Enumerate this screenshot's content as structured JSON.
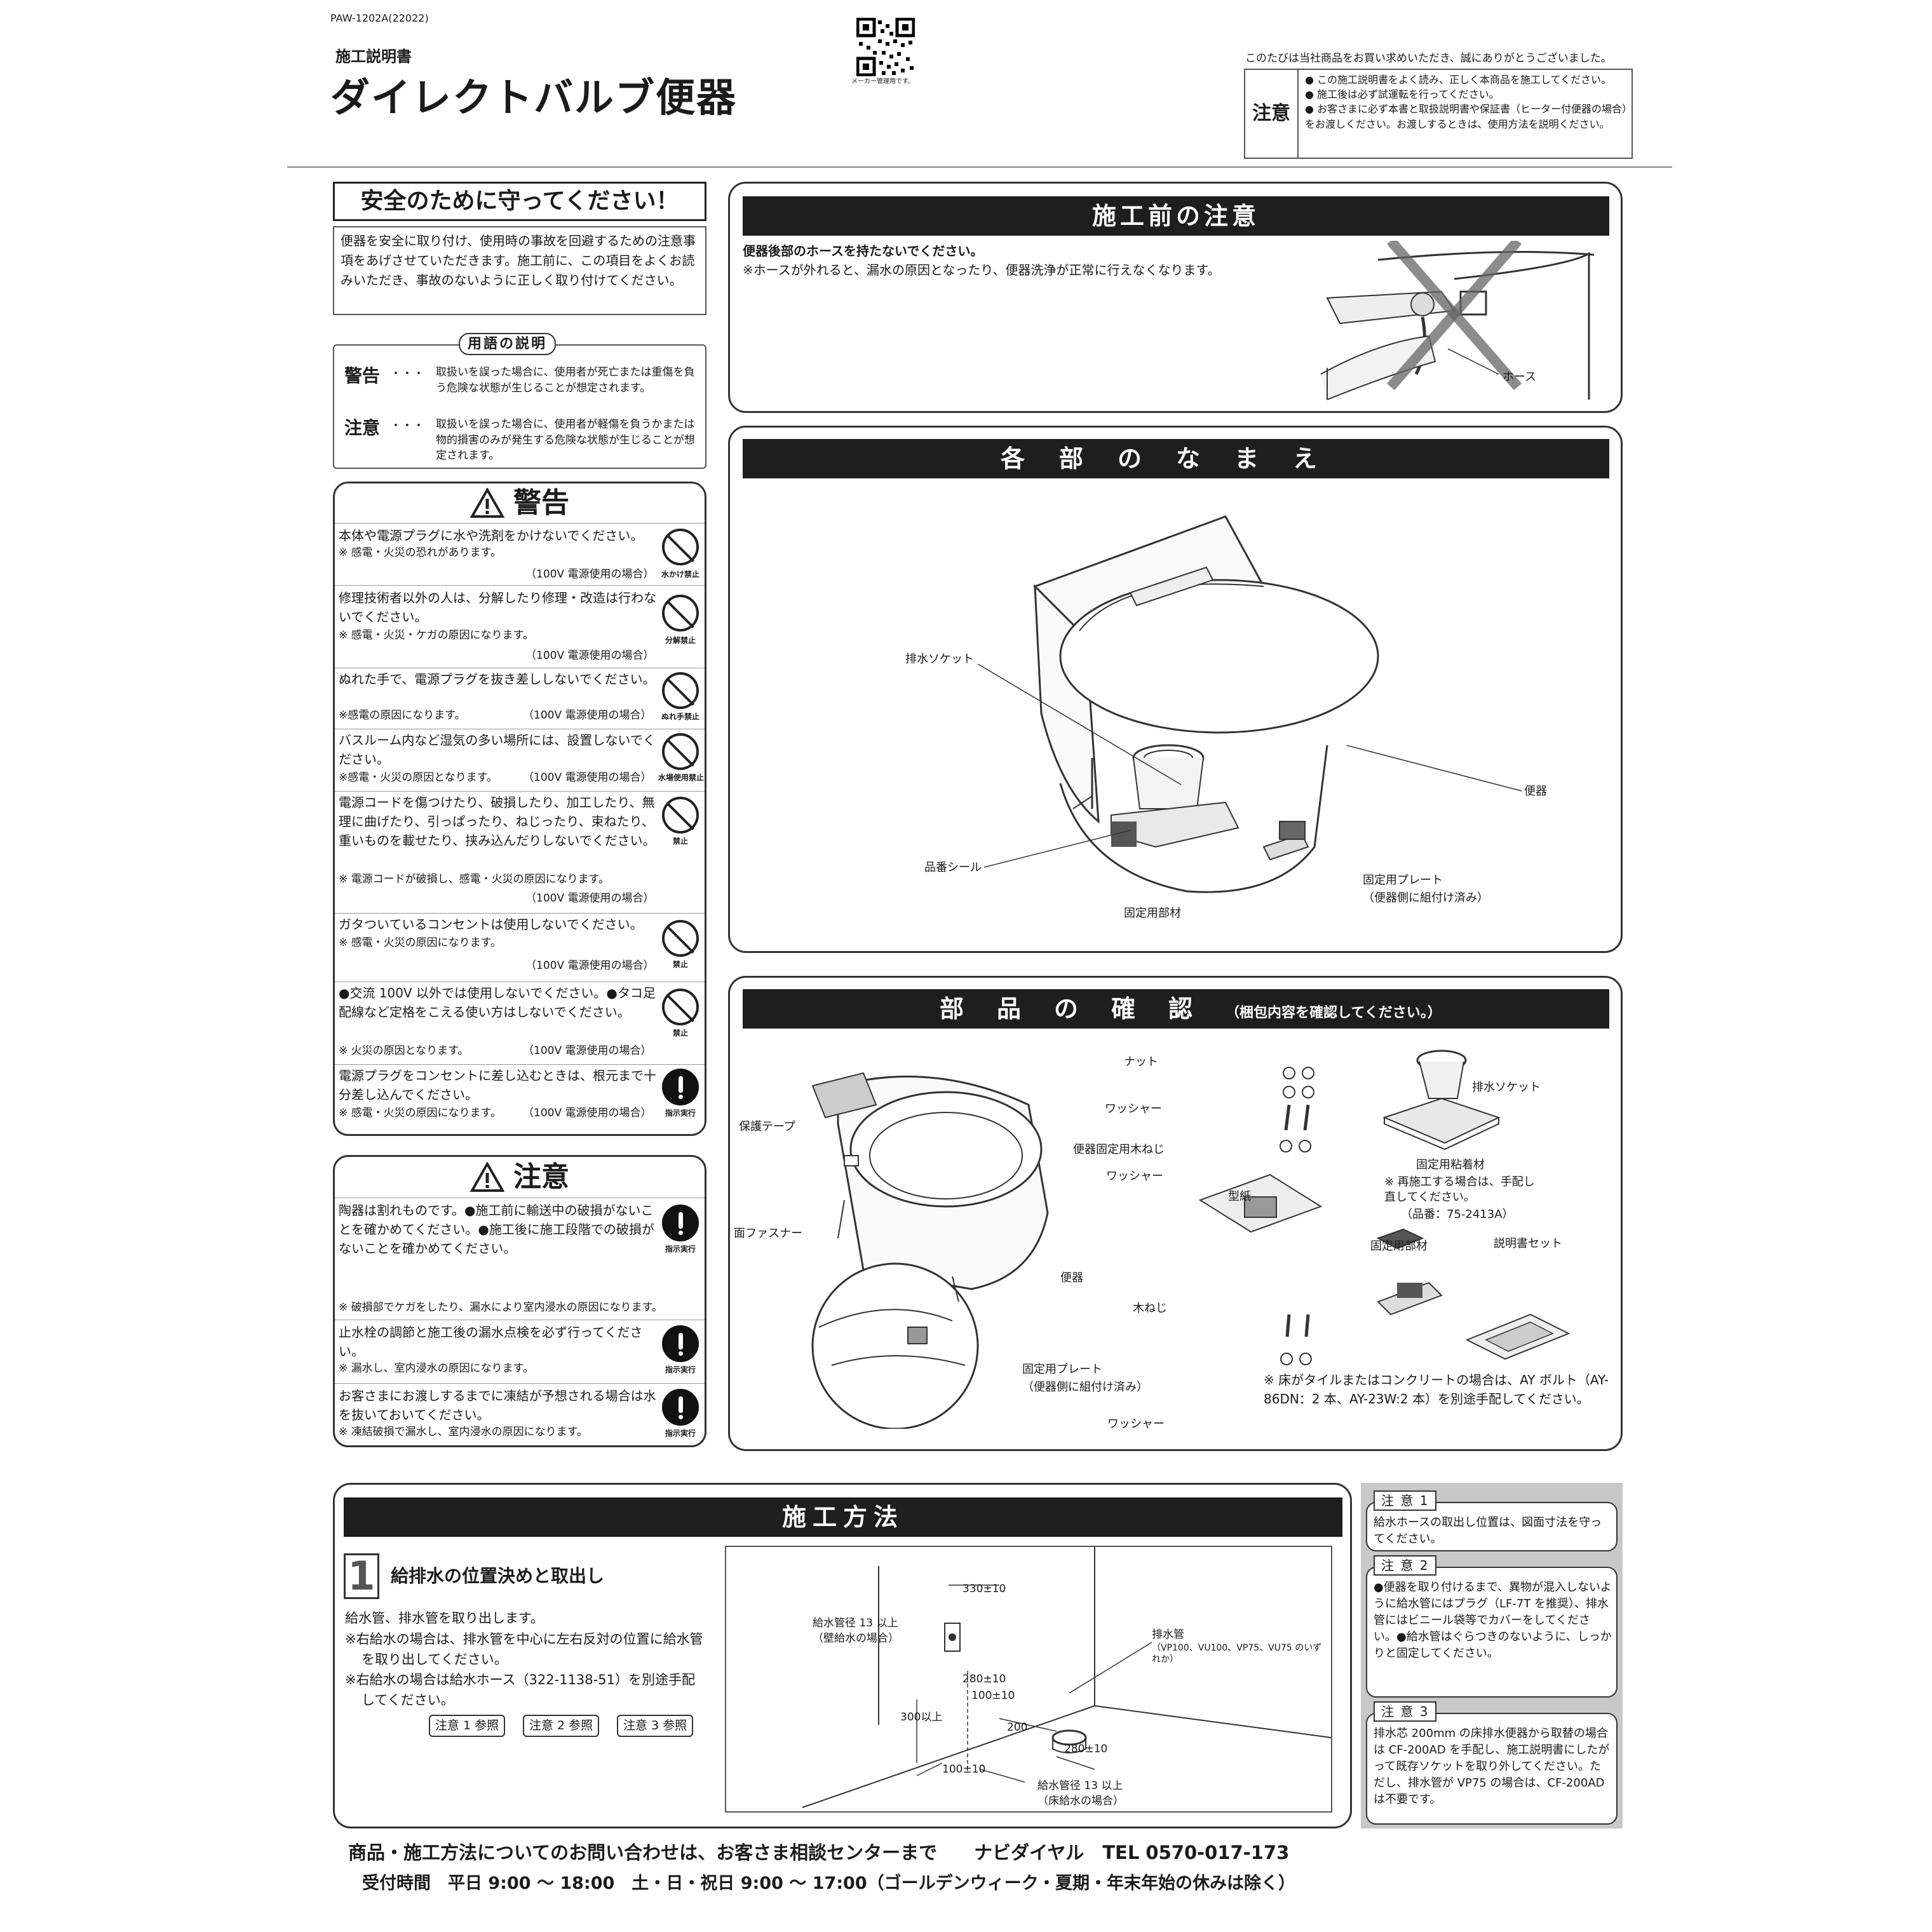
{
  "doc_code": "PAW-1202A(22022)",
  "doc_type": "施工説明書",
  "title": "ダイレクトバルブ便器",
  "qr_caption": "メーカー管理用です。",
  "thanks": "このたびは当社商品をお買い求めいただき、誠にありがとうございました。",
  "top_caution": {
    "label": "注意",
    "items": [
      "● この施工説明書をよく読み、正しく本商品を施工してください。",
      "● 施工後は必ず試運転を行ってください。",
      "● お客さまに必ず本書と取扱説明書や保証書（ヒーター付便器の場合）をお渡しください。お渡しするときは、使用方法を説明ください。"
    ]
  },
  "safety": {
    "title": "安全のために守ってください！",
    "intro": "便器を安全に取り付け、使用時の事故を回避するための注意事項をあげさせていただきます。施工前に、この項目をよくお読みいただき、事故のないように正しく取り付けてください。",
    "terms_title": "用語の説明",
    "terms": [
      {
        "term": "警告",
        "dots": "・・・",
        "desc": "取扱いを誤った場合に、使用者が死亡または重傷を負う危険な状態が生じることが想定されます。"
      },
      {
        "term": "注意",
        "dots": "・・・",
        "desc": "取扱いを誤った場合に、使用者が軽傷を負うかまたは物的損害のみが発生する危険な状態が生じることが想定されます。"
      }
    ]
  },
  "warning": {
    "title": "警告",
    "items": [
      {
        "text": "本体や電源プラグに水や洗剤をかけないでください。",
        "note": "※ 感電・火災の恐れがあります。",
        "cond": "（100V 電源使用の場合）",
        "icon_label": "水かけ禁止",
        "icon": "no-water-icon"
      },
      {
        "text": "修理技術者以外の人は、分解したり修理・改造は行わないでください。",
        "note": "※ 感電・火災・ケガの原因になります。",
        "cond": "（100V 電源使用の場合）",
        "icon_label": "分解禁止",
        "icon": "no-disassembly-icon"
      },
      {
        "text": "ぬれた手で、電源プラグを抜き差ししないでください。",
        "note": "※感電の原因になります。",
        "cond": "（100V 電源使用の場合）",
        "icon_label": "ぬれ手禁止",
        "icon": "no-wet-hands-icon"
      },
      {
        "text": "バスルーム内など湿気の多い場所には、設置しないでください。",
        "note": "※感電・火災の原因となります。",
        "cond": "（100V 電源使用の場合）",
        "icon_label": "水場使用禁止",
        "icon": "no-bathroom-icon"
      },
      {
        "text": "電源コードを傷つけたり、破損したり、加工したり、無理に曲げたり、引っぱったり、ねじったり、束ねたり、重いものを載せたり、挟み込んだりしないでください。",
        "note": "※ 電源コードが破損し、感電・火災の原因になります。",
        "cond": "（100V 電源使用の場合）",
        "icon_label": "禁止",
        "icon": "prohibited-icon"
      },
      {
        "text": "ガタついているコンセントは使用しないでください。",
        "note": "※ 感電・火災の原因になります。",
        "cond": "（100V 電源使用の場合）",
        "icon_label": "禁止",
        "icon": "prohibited-icon"
      },
      {
        "text": "●交流 100V 以外では使用しないでください。●タコ足配線など定格をこえる使い方はしないでください。",
        "note": "※ 火災の原因となります。",
        "cond": "（100V 電源使用の場合）",
        "icon_label": "禁止",
        "icon": "prohibited-icon"
      },
      {
        "text": "電源プラグをコンセントに差し込むときは、根元まで十分差し込んでください。",
        "note": "※ 感電・火災の原因になります。",
        "cond": "（100V 電源使用の場合）",
        "icon_label": "指示実行",
        "icon": "mandatory-icon"
      }
    ]
  },
  "caution": {
    "title": "注意",
    "items": [
      {
        "text": "陶器は割れものです。●施工前に輸送中の破損がないことを確かめてください。●施工後に施工段階での破損がないことを確かめてください。",
        "note": "※ 破損部でケガをしたり、漏水により室内浸水の原因になります。",
        "icon_label": "指示実行"
      },
      {
        "text": "止水栓の調節と施工後の漏水点検を必ず行ってください。",
        "note": "※ 漏水し、室内浸水の原因になります。",
        "icon_label": "指示実行"
      },
      {
        "text": "お客さまにお渡しするまでに凍結が予想される場合は水を抜いておいてください。",
        "note": "※ 凍結破損で漏水し、室内浸水の原因になります。",
        "icon_label": "指示実行"
      }
    ]
  },
  "pre_install": {
    "title": "施工前の注意",
    "line1": "便器後部のホースを持たないでください。",
    "line2": "※ホースが外れると、漏水の原因となったり、便器洗浄が正常に行えなくなります。",
    "label_hose": "ホース"
  },
  "parts_names": {
    "title": "各部のなまえ",
    "labels": {
      "socket": "排水ソケット",
      "bowl": "便器",
      "seal": "品番シール",
      "plate": "固定用プレート",
      "plate_note": "（便器側に組付け済み）",
      "fixture": "固定用部材"
    }
  },
  "parts_check": {
    "title": "部品の確認",
    "subtitle": "（梱包内容を確認してください。）",
    "labels": {
      "tape": "保護テープ",
      "fastener": "面ファスナー",
      "bowl": "便器",
      "plate": "固定用プレート",
      "plate_note": "（便器側に組付け済み）",
      "nut": "ナット",
      "washer1": "ワッシャー",
      "screw": "便器固定用木ねじ",
      "washer2": "ワッシャー",
      "template": "型紙",
      "wood_screw": "木ねじ",
      "washer3": "ワッシャー",
      "socket": "排水ソケット",
      "adhesive": "固定用粘着材",
      "adhesive_note": "※ 再施工する場合は、手配し直してください。",
      "adhesive_part": "（品番：75-2413A）",
      "fixture": "固定用部材",
      "manual_set": "説明書セット"
    },
    "note": "※ 床がタイルまたはコンクリートの場合は、AY ボルト（AY-86DN：2 本、AY-23W:2 本）を別途手配してください。"
  },
  "method": {
    "title": "施工方法",
    "step_no": "1",
    "step_title": "給排水の位置決めと取出し",
    "body": "給水管、排水管を取り出します。",
    "n1": "※右給水の場合は、排水管を中心に左右反対の位置に給水管を取り出してください。",
    "n2": "※右給水の場合は給水ホース（322-1138-51）を別途手配してください。",
    "refs": [
      "注意 1 参照",
      "注意 2 参照",
      "注意 3 参照"
    ],
    "dims": {
      "d330": "330±10",
      "wall_pipe": "給水管径 13 以上",
      "wall_pipe_note": "（壁給水の場合）",
      "d280a": "280±10",
      "d100a": "100±10",
      "d300": "300以上",
      "d200": "200",
      "d280b": "280±10",
      "d100b": "100±10",
      "drain": "排水管",
      "drain_note": "（VP100、VU100、VP75、VU75 のいずれか）",
      "floor_pipe": "給水管径 13 以上",
      "floor_pipe_note": "（床給水の場合）"
    }
  },
  "notes": [
    {
      "label": "注 意 1",
      "text": "給水ホースの取出し位置は、図面寸法を守ってください。"
    },
    {
      "label": "注 意 2",
      "text": "●便器を取り付けるまで、異物が混入しないように給水管にはプラグ（LF-7T を推奨）、排水管にはビニール袋等でカバーをしてください。●給水管はぐらつきのないように、しっかりと固定してください。"
    },
    {
      "label": "注 意 3",
      "text": "排水芯 200mm の床排水便器から取替の場合は CF-200AD を手配し、施工説明書にしたがって既存ソケットを取り外してください。ただし、排水管が VP75 の場合は、CF-200AD は不要です。"
    }
  ],
  "contact": {
    "line1": "商品・施工方法についてのお問い合わせは、お客さま相談センターまで　　ナビダイヤル　TEL 0570-017-173",
    "line2": "受付時間　平日 9:00 ～ 18:00　土・日・祝日 9:00 ～ 17:00（ゴールデンウィーク・夏期・年末年始の休みは除く）"
  }
}
